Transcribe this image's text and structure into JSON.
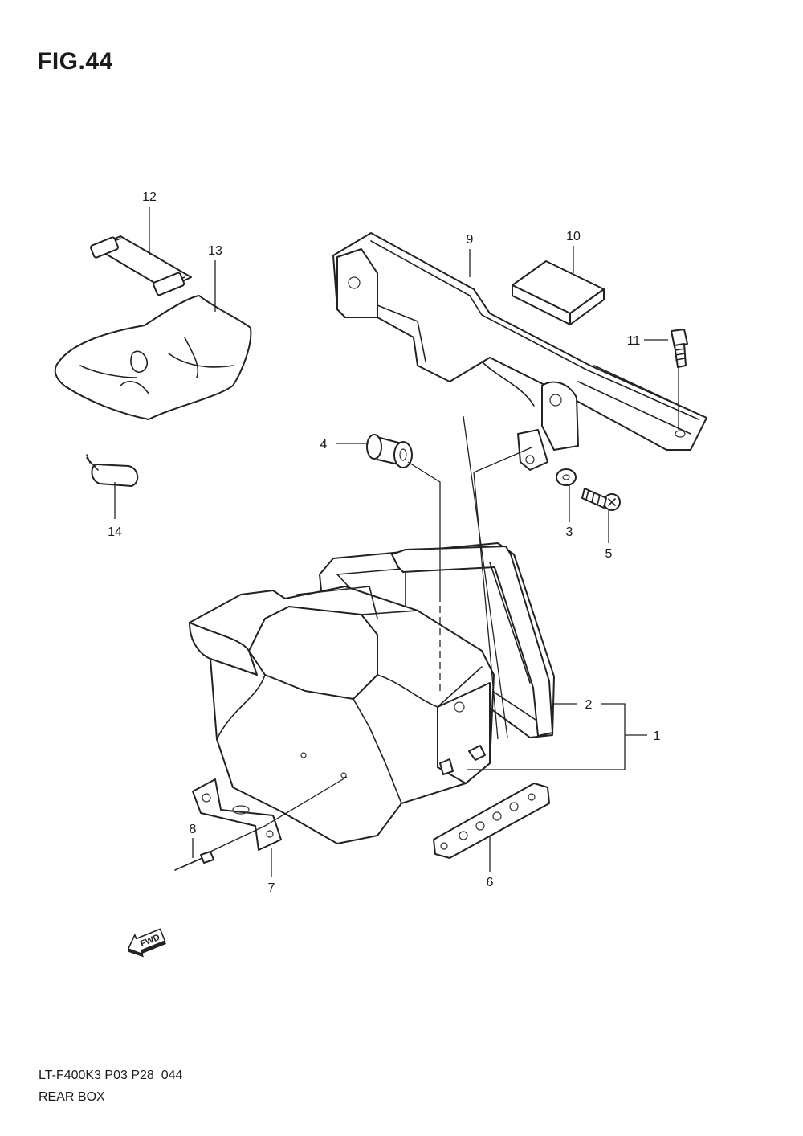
{
  "figure_title": "FIG.44",
  "footer": {
    "model_code": "LT-F400K3 P03 P28_044",
    "section_name": "REAR BOX"
  },
  "callouts": [
    "1",
    "2",
    "3",
    "4",
    "5",
    "6",
    "7",
    "8",
    "9",
    "10",
    "11",
    "12",
    "13",
    "14"
  ],
  "fwd_label": "FWD"
}
